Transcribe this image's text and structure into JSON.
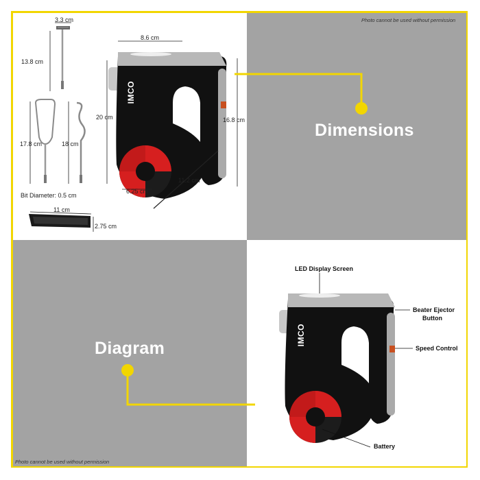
{
  "notice": "Photo cannot be used without permission",
  "headings": {
    "dimensions": "Dimensions",
    "diagram": "Diagram"
  },
  "brand": "IMCO",
  "dimensions": {
    "whisk_head": "3.3 cm",
    "whisk_shaft": "13.8 cm",
    "beater_length": "17.8 cm",
    "dough_hook_length": "18 cm",
    "bit_diameter": "Bit Diameter: 0.5 cm",
    "base_length": "11 cm",
    "base_height": "2.75 cm",
    "body_width": "8.6 cm",
    "body_height": "20 cm",
    "handle_height": "16.8 cm",
    "battery_diameter": "6.25 cm",
    "bottom_length": "11.2 cm"
  },
  "callouts": {
    "led": "LED Display Screen",
    "ejector_line1": "Beater Ejector",
    "ejector_line2": "Button",
    "speed": "Speed Control",
    "battery": "Battery"
  },
  "colors": {
    "accent_yellow": "#f2d600",
    "panel_grey": "#a3a3a3",
    "battery_red": "#d61f1f"
  }
}
